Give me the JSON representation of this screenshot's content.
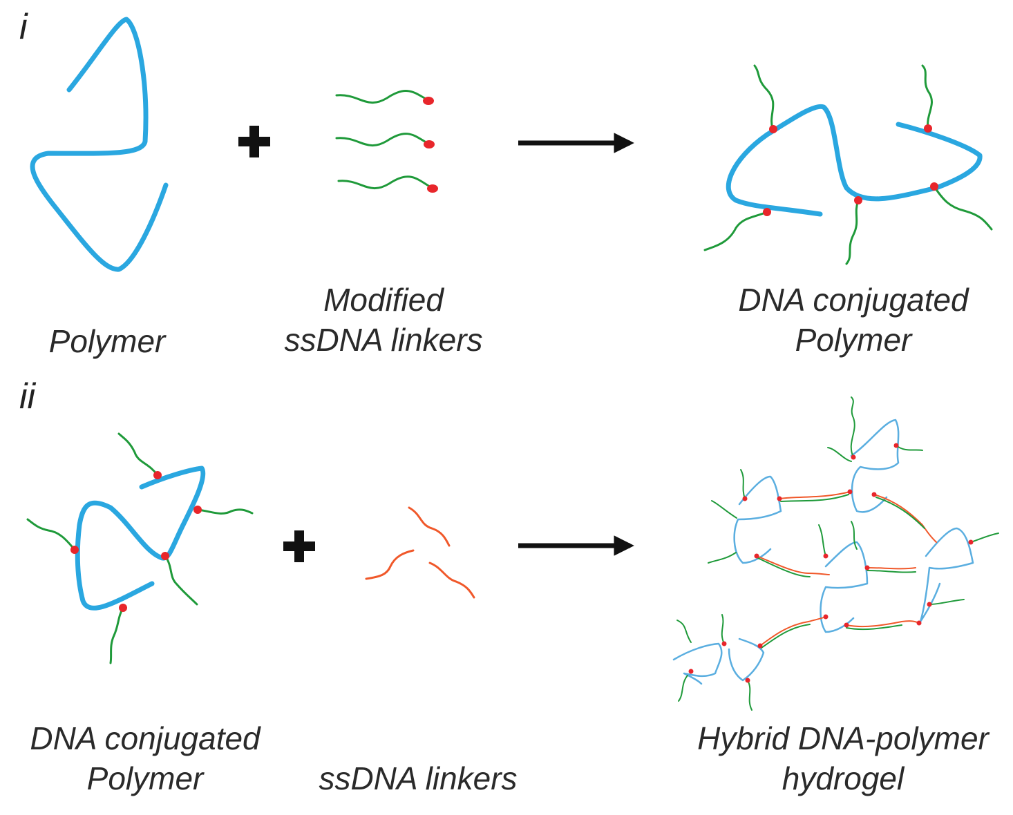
{
  "panels": [
    {
      "id": "i",
      "label": "i",
      "items": [
        {
          "name": "polymer",
          "lines": [
            "Polymer"
          ]
        },
        {
          "name": "modified-linkers",
          "lines": [
            "Modified",
            "ssDNA linkers"
          ]
        },
        {
          "name": "dna-conjugated-polymer",
          "lines": [
            "DNA conjugated",
            "Polymer"
          ]
        }
      ],
      "operator": "+"
    },
    {
      "id": "ii",
      "label": "ii",
      "items": [
        {
          "name": "dna-conjugated-polymer",
          "lines": [
            "DNA conjugated",
            "Polymer"
          ]
        },
        {
          "name": "ssdna-linkers",
          "lines": [
            "ssDNA linkers"
          ]
        },
        {
          "name": "hybrid-hydrogel",
          "lines": [
            "Hybrid DNA-polymer",
            "hydrogel"
          ]
        }
      ],
      "operator": "+"
    }
  ],
  "colors": {
    "polymer": "#2aa7e0",
    "ssdna": "#1f9a3a",
    "linker": "#f0582a",
    "conjugation_dot": "#e8262b",
    "arrow": "#111111",
    "text": "#2a2a2a"
  }
}
